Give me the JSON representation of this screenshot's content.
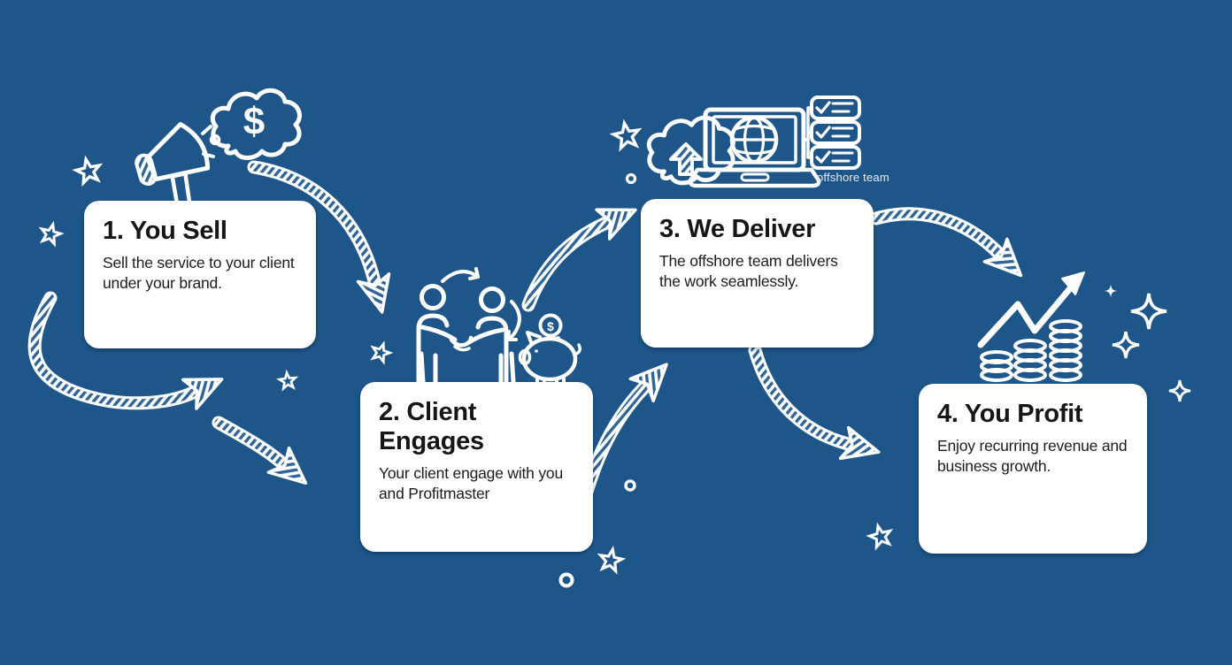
{
  "colors": {
    "background": "#1e5689",
    "card_background": "#ffffff",
    "card_text": "#1c1c1c",
    "line_art": "#ffffff",
    "arrow_hatch": "#2e6496"
  },
  "steps": [
    {
      "title": "1. You Sell",
      "description": "Sell the service to your client under your brand."
    },
    {
      "title": "2. Client Engages",
      "description": "Your client engage with you and Profitmaster"
    },
    {
      "title": "3. We Deliver",
      "description": "The offshore team delivers the work seamlessly."
    },
    {
      "title": "4. You Profit",
      "description": "Enjoy recurring revenue and business growth."
    }
  ],
  "labels": {
    "offshore_team": "offshore team",
    "dollar_sign": "$"
  },
  "icons": [
    "megaphone-icon",
    "dollar-thought-bubble-icon",
    "handshake-icon",
    "piggy-bank-icon",
    "dollar-coin-icon",
    "cloud-upload-icon",
    "laptop-globe-icon",
    "checklist-icon",
    "coin-stack-icon",
    "growth-arrow-icon",
    "star-icon",
    "sparkle-icon",
    "dot-icon"
  ]
}
